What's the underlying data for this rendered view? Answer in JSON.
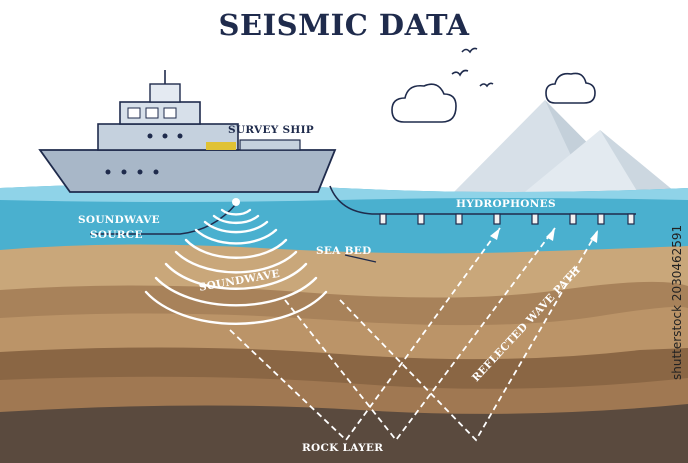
{
  "title": "SEISMIC DATA",
  "labels": {
    "survey_ship": "SURVEY SHIP",
    "soundwave_source_line1": "SOUNDWAVE",
    "soundwave_source_line2": "SOURCE",
    "hydrophones": "HYDROPHONES",
    "sea_bed": "SEA BED",
    "soundwave": "SOUNDWAVE",
    "reflected_wave_path": "REFLECTED WAVE PATH",
    "rock_layer": "ROCK LAYER"
  },
  "watermark": "shutterstock  2030462591",
  "colors": {
    "title": "#1f2b4c",
    "sea": "#4ab0cf",
    "sea_light": "#8fd3e8",
    "sediment_light": "#c9a77a",
    "sediment_mid": "#a8825a",
    "sediment_dark": "#8a6644",
    "rock": "#5a4a3e",
    "ship_hull": "#a8b7c8",
    "mountain": "#d7e0e8"
  }
}
